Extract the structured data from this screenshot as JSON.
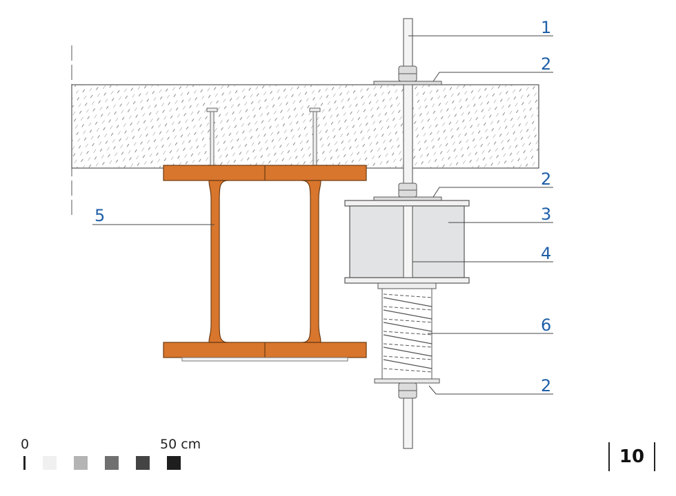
{
  "callouts": {
    "rod": "1",
    "washer_top": "2",
    "washer_middle": "2",
    "washer_bottom": "2",
    "block": "3",
    "bar": "4",
    "beam": "5",
    "spring": "6"
  },
  "scale_bar": {
    "start_label": "0",
    "end_label": "50 cm",
    "swatches": [
      "#f0f0f0",
      "#b4b4b4",
      "#707070",
      "#444444",
      "#1e1e1e"
    ]
  },
  "page_number": "10",
  "colors": {
    "beam": "#d8762d",
    "callout": "#1f5fa8",
    "block": "#e2e3e4",
    "slab_hatch": "#8a8a8a"
  }
}
